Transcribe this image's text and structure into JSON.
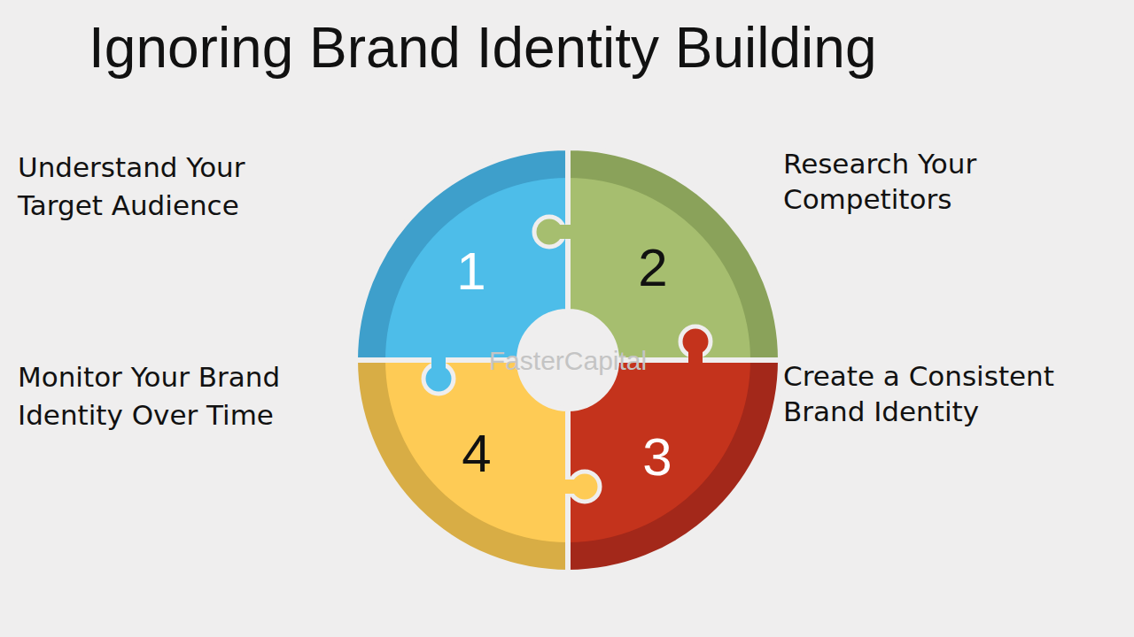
{
  "diagram": {
    "title": "Ignoring Brand Identity Building",
    "nodes": [
      {
        "text": [
          "1",
          "Understand Your Target Audience"
        ]
      },
      {
        "text": [
          "2",
          "Research Your Competitors"
        ]
      },
      {
        "text": [
          "3",
          "Create a Consistent Brand Identity"
        ]
      },
      {
        "text": [
          "4",
          "Monitor Your Brand Identity Over Time"
        ]
      }
    ],
    "labels": [
      "FasterCapital"
    ]
  }
}
